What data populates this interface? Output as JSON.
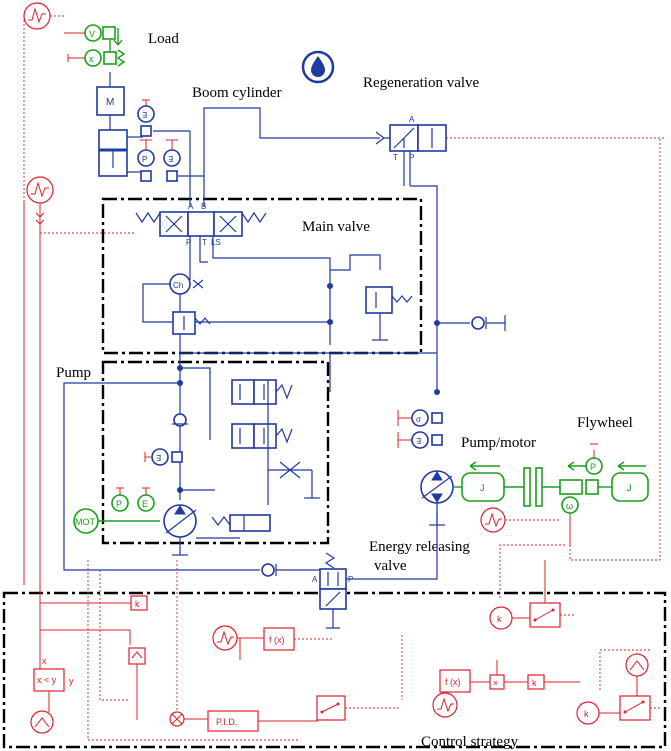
{
  "labels": {
    "load": "Load",
    "boom_cylinder": "Boom cylinder",
    "regeneration_valve": "Regeneration valve",
    "main_valve": "Main valve",
    "pump": "Pump",
    "flywheel": "Flywheel",
    "pump_motor": "Pump/motor",
    "energy_releasing_valve_line1": "Energy releasing",
    "energy_releasing_valve_line2": "valve",
    "control_strategy": "Control strategy"
  },
  "components": {
    "motor": "MOT",
    "pid": "P.I.D.",
    "function_block": "f (x)",
    "function_block_2": "f (x)",
    "gain": "k",
    "multiplier": "×",
    "comparator": "x < y",
    "cylinder_mark": "M",
    "inertia": "J",
    "pressure_sensor": "P",
    "energy_sensor": "E",
    "speed_sensor": "ω",
    "port_a": "A",
    "port_b": "B",
    "port_p": "P",
    "port_t": "T",
    "port_ls": "LS",
    "check_label": "Ch",
    "comparator_x": "x",
    "comparator_y": "y"
  },
  "colors": {
    "hydraulic": "#1f3aa0",
    "signal": "#e0202a",
    "mechanical": "#1aa01a",
    "frame": "#000000"
  }
}
